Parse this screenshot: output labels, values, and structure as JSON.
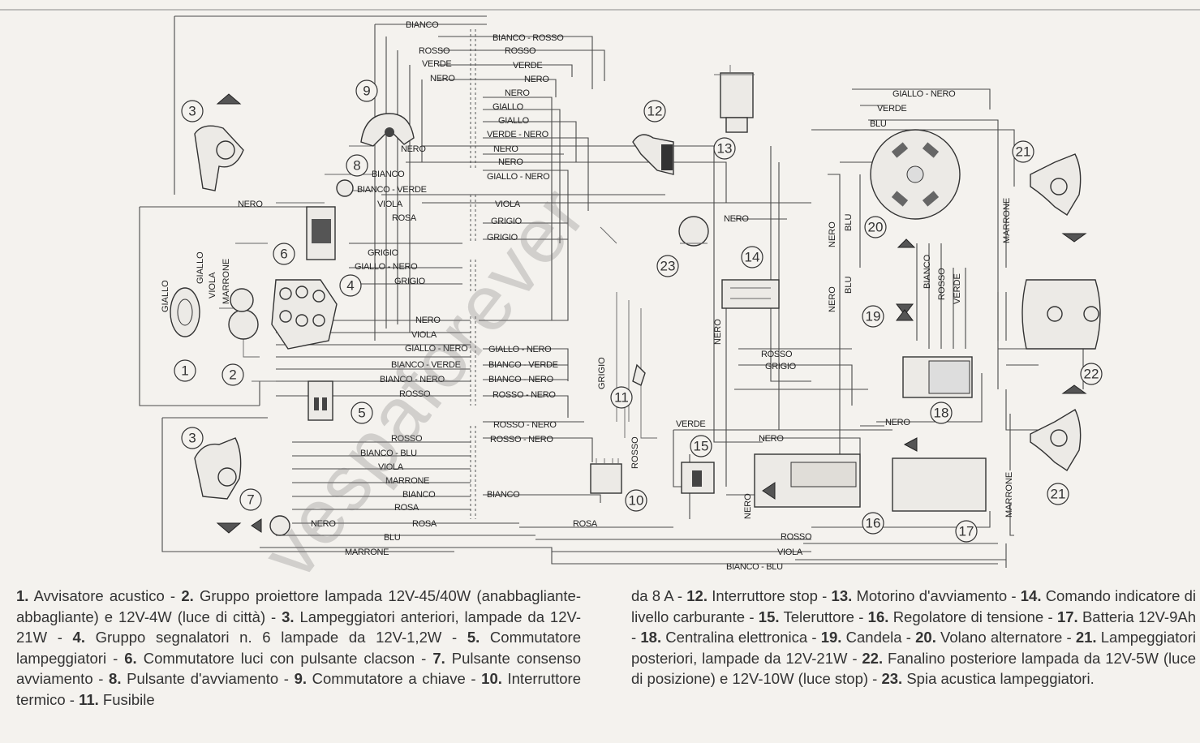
{
  "watermark": "vespaforever",
  "callouts": [
    "1",
    "2",
    "3",
    "3",
    "4",
    "5",
    "6",
    "7",
    "8",
    "9",
    "10",
    "11",
    "12",
    "13",
    "14",
    "15",
    "16",
    "17",
    "18",
    "19",
    "20",
    "21",
    "21",
    "22",
    "23"
  ],
  "wire_labels": {
    "bianco_top": "BIANCO",
    "rosso_1": "ROSSO",
    "verde_1": "VERDE",
    "nero_1": "NERO",
    "bianco_rosso": "BIANCO - ROSSO",
    "rosso_2": "ROSSO",
    "verde_2": "VERDE",
    "nero_2": "NERO",
    "nero_3": "NERO",
    "giallo_1": "GIALLO",
    "giallo_2": "GIALLO",
    "verde_nero_1": "VERDE - NERO",
    "nero_4": "NERO",
    "nero_5": "NERO",
    "nero_6": "NERO",
    "giallo_nero_1": "GIALLO - NERO",
    "bianco_8": "BIANCO",
    "bianco_verde_8": "BIANCO - VERDE",
    "nero_left": "NERO",
    "viola_1": "VIOLA",
    "rosa_1": "ROSA",
    "viola_r": "VIOLA",
    "grigio_r1": "GRIGIO",
    "grigio_r2": "GRIGIO",
    "grigio_1": "GRIGIO",
    "giallo_nero_2": "GIALLO - NERO",
    "grigio_2": "GRIGIO",
    "nero_7": "NERO",
    "viola_2": "VIOLA",
    "giallo_nero_3": "GIALLO - NERO",
    "giallo_nero_4": "GIALLO - NERO",
    "bianco_verde_1": "BIANCO - VERDE",
    "bianco_verde_2": "BIANCO - VERDE",
    "bianco_nero_1": "BIANCO - NERO",
    "bianco_nero_2": "BIANCO - NERO",
    "rosso_3": "ROSSO",
    "rosso_nero_1": "ROSSO - NERO",
    "rosso_nero_2": "ROSSO - NERO",
    "rosso_4": "ROSSO",
    "rosso_nero_3": "ROSSO - NERO",
    "bianco_blu_1": "BIANCO - BLU",
    "viola_3": "VIOLA",
    "marrone_1": "MARRONE",
    "bianco_9": "BIANCO",
    "bianco_10": "BIANCO",
    "rosa_2": "ROSA",
    "rosa_3": "ROSA",
    "nero_8": "NERO",
    "blu_1": "BLU",
    "marrone_2": "MARRONE",
    "rosa_4": "ROSA",
    "giallo_v": "GIALLO",
    "giallo_v2": "GIALLO",
    "viola_v": "VIOLA",
    "marrone_v": "MARRONE",
    "grigio_v": "GRIGIO",
    "rosso_v": "ROSSO",
    "verde_15": "VERDE",
    "nero_15": "NERO",
    "nero_23": "NERO",
    "nero_v14": "NERO",
    "rosso_14": "ROSSO",
    "grigio_14": "GRIGIO",
    "nero_18": "NERO",
    "nero_v16": "NERO",
    "rosso_bot": "ROSSO",
    "viola_bot": "VIOLA",
    "bianco_blu_bot": "BIANCO - BLU",
    "giallo_nero_top": "GIALLO - NERO",
    "verde_top": "VERDE",
    "blu_top": "BLU",
    "nero_v20a": "NERO",
    "blu_v20a": "BLU",
    "nero_v20b": "NERO",
    "blu_v20b": "BLU",
    "bianco_v18": "BIANCO",
    "rosso_v18": "ROSSO",
    "verde_v18": "VERDE",
    "marrone_v21a": "MARRONE",
    "marrone_v21b": "MARRONE"
  },
  "legend": {
    "left": [
      {
        "n": "1.",
        "t": " Avvisatore acustico - "
      },
      {
        "n": "2.",
        "t": " Gruppo proiettore lampada 12V-45/40W (anabbagliante-abbagliante) e 12V-4W (luce di città) - "
      },
      {
        "n": "3.",
        "t": " Lampeggiatori anteriori, lampade da 12V-21W - "
      },
      {
        "n": "4.",
        "t": " Gruppo segnalatori n. 6 lampade da 12V-1,2W - "
      },
      {
        "n": "5.",
        "t": " Commutatore lampeggiatori - "
      },
      {
        "n": "6.",
        "t": " Commutatore luci con pulsante clacson - "
      },
      {
        "n": "7.",
        "t": " Pulsante consenso avviamento - "
      },
      {
        "n": "8.",
        "t": " Pulsante d'avviamento - "
      },
      {
        "n": "9.",
        "t": " Commutatore a chiave - "
      },
      {
        "n": "10.",
        "t": " Interruttore termico - "
      },
      {
        "n": "11.",
        "t": " Fusibile"
      }
    ],
    "right": [
      {
        "n": "",
        "t": "da 8 A - "
      },
      {
        "n": "12.",
        "t": " Interruttore stop - "
      },
      {
        "n": "13.",
        "t": " Motorino d'avviamento - "
      },
      {
        "n": "14.",
        "t": " Comando indicatore di livello carburante - "
      },
      {
        "n": "15.",
        "t": " Teleruttore - "
      },
      {
        "n": "16.",
        "t": " Regolatore di tensione - "
      },
      {
        "n": "17.",
        "t": " Batteria 12V-9Ah - "
      },
      {
        "n": "18.",
        "t": " Centralina elettronica - "
      },
      {
        "n": "19.",
        "t": " Candela - "
      },
      {
        "n": "20.",
        "t": " Volano alternatore - "
      },
      {
        "n": "21.",
        "t": " Lampeggiatori posteriori, lampade da 12V-21W - "
      },
      {
        "n": "22.",
        "t": " Fanalino posteriore lampada da 12V-5W (luce di posizione) e 12V-10W (luce stop) - "
      },
      {
        "n": "23.",
        "t": " Spia acustica lampeggiatori."
      }
    ]
  }
}
